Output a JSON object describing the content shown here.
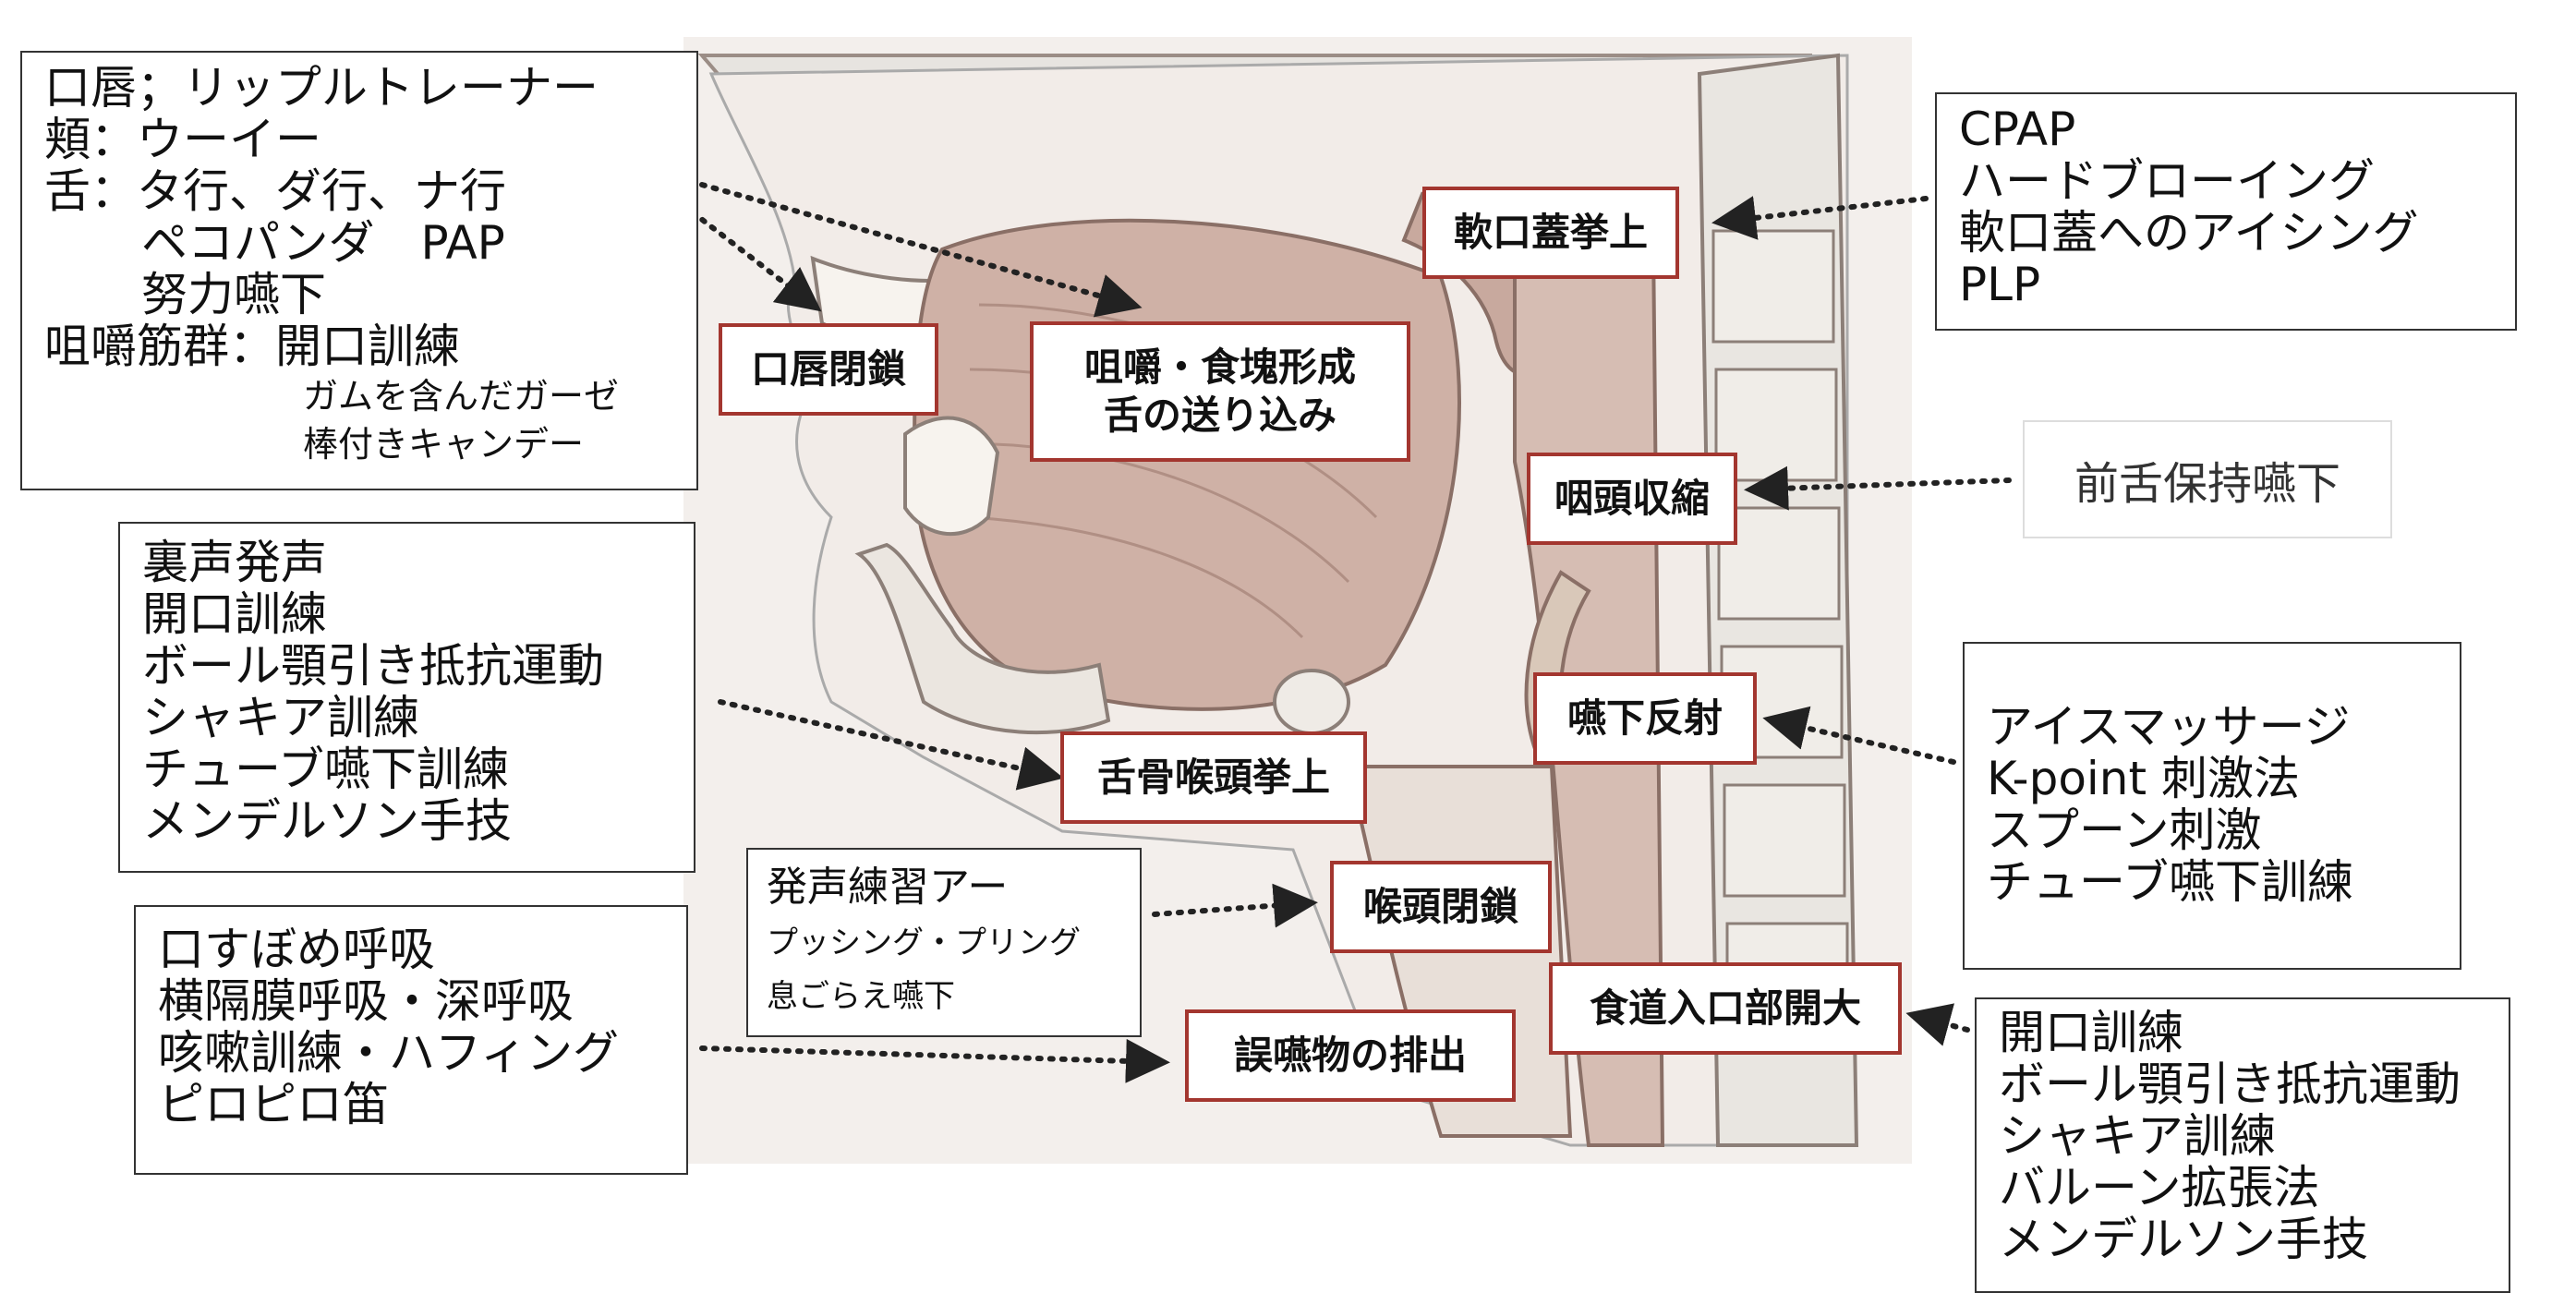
{
  "left_boxes": {
    "oral": {
      "lines": [
        "口唇；リップルトレーナー",
        "頬：ウーイー",
        "舌：タ行、ダ行、ナ行",
        "ペコパンダ　PAP",
        "努力嚥下",
        "咀嚼筋群：開口訓練",
        "ガムを含んだガーゼ",
        "棒付きキャンデー"
      ]
    },
    "larynx": {
      "lines": [
        "裏声発声",
        "開口訓練",
        "ボール顎引き抵抗運動",
        "シャキア訓練",
        "チューブ嚥下訓練",
        "メンデルソン手技"
      ]
    },
    "respiration": {
      "lines": [
        "口すぼめ呼吸",
        "横隔膜呼吸・深呼吸",
        "咳嗽訓練・ハフィング",
        "ピロピロ笛"
      ]
    },
    "vocal": {
      "lines": [
        "発声練習アー",
        "プッシング・プリング",
        "息ごらえ嚥下"
      ]
    }
  },
  "right_boxes": {
    "velum": {
      "lines": [
        "CPAP",
        "ハードブローイング",
        "軟口蓋へのアイシング",
        "PLP"
      ]
    },
    "pharynx": {
      "text": "前舌保持嚥下"
    },
    "reflex": {
      "lines": [
        "アイスマッサージ",
        "K-point 刺激法",
        "スプーン刺激",
        "チューブ嚥下訓練"
      ]
    },
    "ues": {
      "lines": [
        "開口訓練",
        "ボール顎引き抵抗運動",
        "シャキア訓練",
        "バルーン拡張法",
        "メンデルソン手技"
      ]
    }
  },
  "labels": {
    "lip_closure": "口唇閉鎖",
    "mastication": [
      "咀嚼・食塊形成",
      "舌の送り込み"
    ],
    "soft_palate": "軟口蓋挙上",
    "pharyngeal": "咽頭収縮",
    "reflex": "嚥下反射",
    "hyoid": "舌骨喉頭挙上",
    "laryngeal": "喉頭閉鎖",
    "ues": "食道入口部開大",
    "expulsion": "誤嚥物の排出"
  },
  "colors": {
    "label_border": "#a3362f",
    "arrow": "#222222",
    "tissue": "#cdb3a9",
    "bone": "#e9e6e1"
  }
}
